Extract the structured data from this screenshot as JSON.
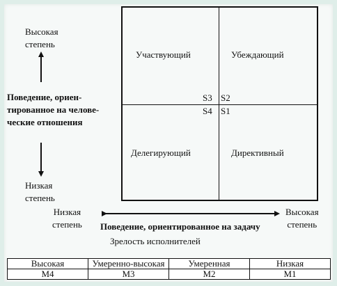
{
  "y_axis": {
    "high_label": "Высокая\nстепень",
    "title": "Поведение, ориен-\nтированное на челове-\nческие отношения",
    "low_label": "Низкая\nстепень"
  },
  "x_axis": {
    "low_label": "Низкая\nстепень",
    "title": "Поведение, ориентированное на задачу",
    "high_label": "Высокая\nстепень",
    "subtitle": "Зрелость исполнителей"
  },
  "quadrants": {
    "top_left": "Участвующий",
    "top_right": "Убеждающий",
    "bottom_left": "Делегирующий",
    "bottom_right": "Директивный"
  },
  "codes": {
    "s3": "S3",
    "s2": "S2",
    "s4": "S4",
    "s1": "S1"
  },
  "maturity_table": {
    "levels": [
      "Высокая",
      "Умеренно-высокая",
      "Умеренная",
      "Низкая"
    ],
    "codes": [
      "M4",
      "M3",
      "M2",
      "M1"
    ]
  },
  "colors": {
    "frame_border": "#dfeee9",
    "background": "#f6f9f8",
    "ink": "#111111"
  }
}
